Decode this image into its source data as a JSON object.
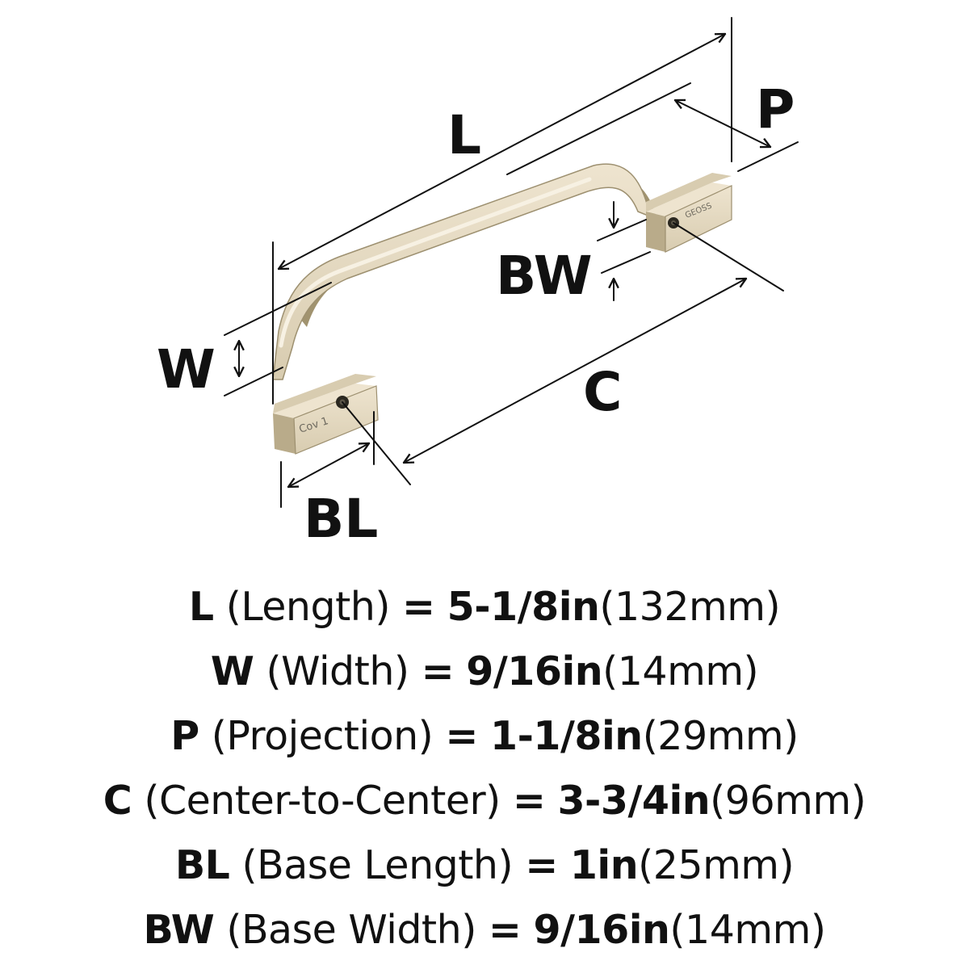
{
  "colors": {
    "ink": "#111111",
    "brass_light": "#eee4cf",
    "brass_mid": "#d8ccb0",
    "brass_dark": "#b9ab8a",
    "brass_shadow": "#a1936f"
  },
  "diagram": {
    "labels": {
      "L": "L",
      "P": "P",
      "BW": "BW",
      "W": "W",
      "C": "C",
      "BL": "BL"
    },
    "base_marking_left": "Cov 1",
    "base_marking_right": "GEOSS"
  },
  "specs": [
    {
      "abbr": "L",
      "name": "(Length)",
      "eq": "=",
      "imperial": "5-1/8in",
      "metric": "(132mm)"
    },
    {
      "abbr": "W",
      "name": "(Width)",
      "eq": "=",
      "imperial": "9/16in",
      "metric": "(14mm)"
    },
    {
      "abbr": "P",
      "name": "(Projection)",
      "eq": "=",
      "imperial": "1-1/8in",
      "metric": "(29mm)"
    },
    {
      "abbr": "C",
      "name": "(Center-to-Center)",
      "eq": "=",
      "imperial": "3-3/4in",
      "metric": "(96mm)"
    },
    {
      "abbr": "BL",
      "name": "(Base Length)",
      "eq": "=",
      "imperial": "1in",
      "metric": "(25mm)"
    },
    {
      "abbr": "BW",
      "name": "(Base Width)",
      "eq": "=",
      "imperial": "9/16in",
      "metric": "(14mm)"
    }
  ]
}
